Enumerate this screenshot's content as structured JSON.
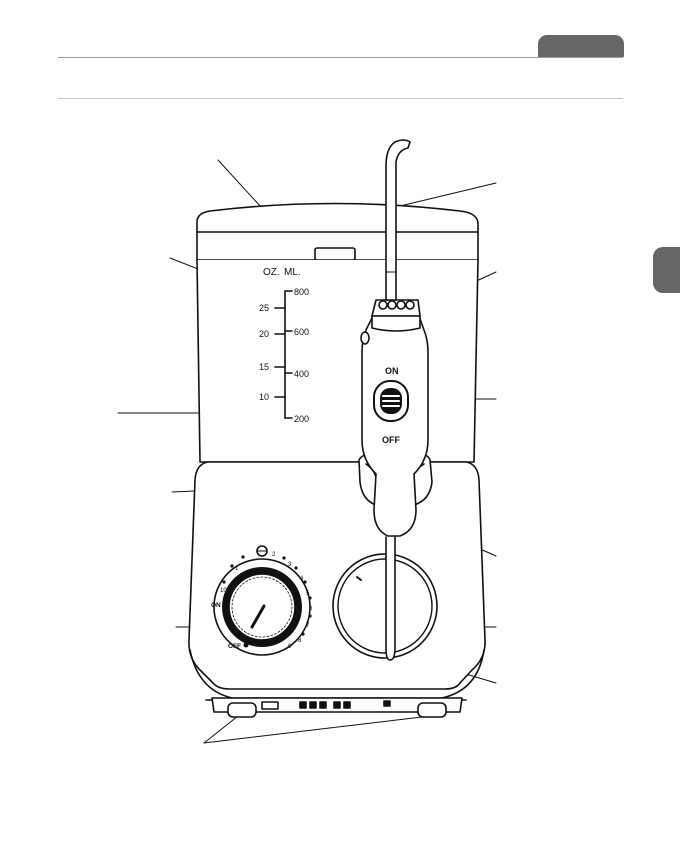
{
  "scale": {
    "unit_oz": "OZ.",
    "unit_ml": "ML.",
    "oz_ticks": [
      "25",
      "20",
      "15",
      "10"
    ],
    "ml_ticks": [
      "800",
      "600",
      "400",
      "200"
    ]
  },
  "handle": {
    "on_label": "ON",
    "off_label": "OFF"
  },
  "dial": {
    "on_label": "ON",
    "off_label": "OFF",
    "settings": [
      "1",
      "2",
      "3",
      "4",
      "5",
      "6",
      "7",
      "8",
      "9",
      "10"
    ]
  }
}
